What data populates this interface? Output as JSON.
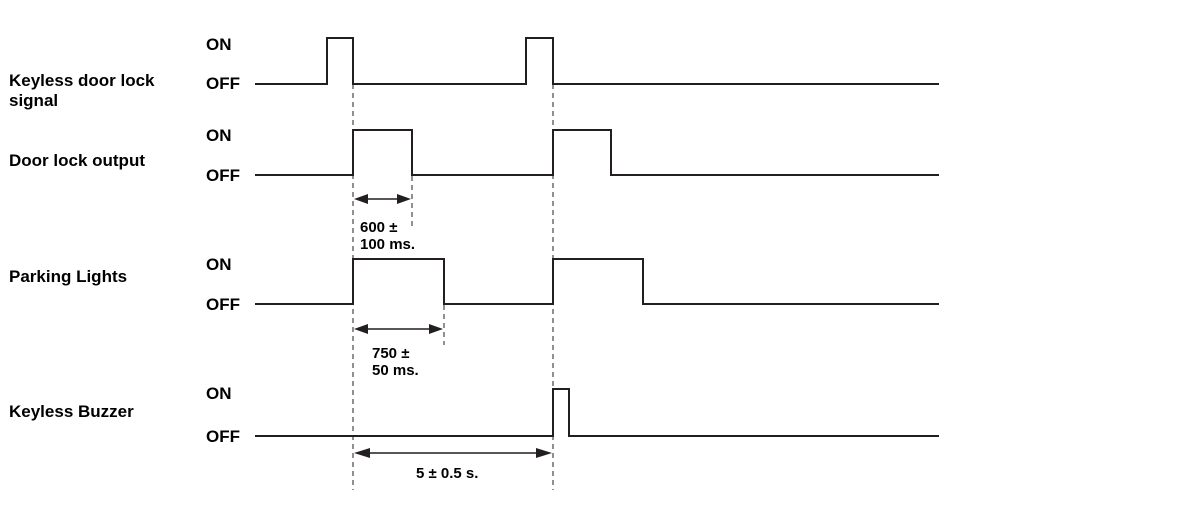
{
  "states": {
    "on": "ON",
    "off": "OFF"
  },
  "signals": [
    {
      "name_lines": [
        "Keyless door lock",
        "signal"
      ]
    },
    {
      "name_lines": [
        "Door lock output"
      ]
    },
    {
      "name_lines": [
        "Parking Lights"
      ]
    },
    {
      "name_lines": [
        "Keyless Buzzer"
      ]
    }
  ],
  "dimensions": [
    {
      "label_lines": [
        "600 ±",
        "100 ms."
      ]
    },
    {
      "label_lines": [
        "750 ±",
        "50 ms."
      ]
    },
    {
      "label_lines": [
        "5 ± 0.5 s."
      ]
    }
  ],
  "colors": {
    "line": "#231f20",
    "text": "#000000"
  }
}
